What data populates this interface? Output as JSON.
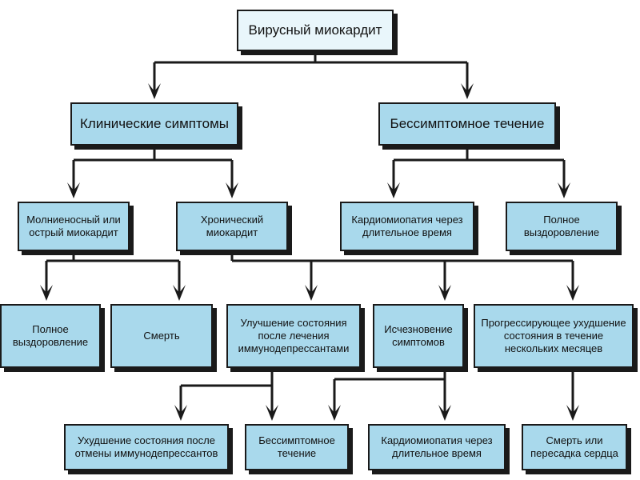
{
  "nodes": {
    "root": "Вирусный миокардит",
    "clinical": "Клинические симптомы",
    "asymptomatic": "Бессимптомное течение",
    "fulminant": "Молниеносный или\nострый миокардит",
    "chronic": "Хронический\nмиокардит",
    "cardiomyopathy_late": "Кардиомиопатия через\nдлительное время",
    "full_recovery_right": "Полное\nвыздоровление",
    "full_recovery_left": "Полное\nвыздоровление",
    "death": "Смерть",
    "improvement": "Улучшение состояния\nпосле лечения\nиммунодепрессантами",
    "symptoms_gone": "Исчезновение\nсимптомов",
    "progressive": "Прогрессирующее ухудшение\nсостояния в течение\nнескольких месяцев",
    "worsening_after": "Ухудшение состояния после\nотмены иммунодепрессантов",
    "asymptomatic_course": "Бессимптомное\nтечение",
    "cardiomyopathy_late_2": "Кардиомиопатия через\nдлительное время",
    "death_or_transplant": "Смерть или\nпересадка сердца"
  },
  "colors": {
    "box_fill": "#a9d9ec",
    "root_fill": "#e9f6fb",
    "line": "#1a1a1a"
  }
}
